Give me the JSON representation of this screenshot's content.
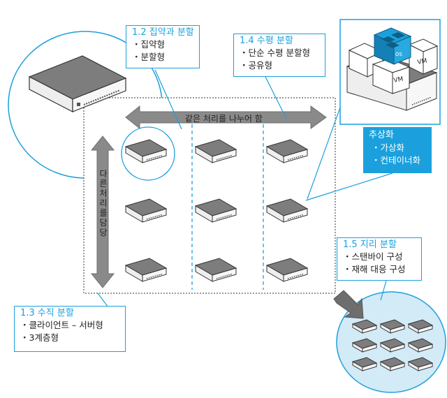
{
  "callouts": {
    "consolidation": {
      "title": "1.2 집약과 분할",
      "items": [
        "집약형",
        "분할형"
      ]
    },
    "horizontal": {
      "title": "1.4 수평 분할",
      "items": [
        "단순 수평 분할형",
        "공유형"
      ]
    },
    "vertical": {
      "title": "1.3 수직 분할",
      "items": [
        "클라이언트 – 서버형",
        "3계층형"
      ]
    },
    "geographic": {
      "title": "1.5 지리 분할",
      "items": [
        "스탠바이 구성",
        "재해 대응 구성"
      ]
    }
  },
  "abstraction": {
    "title": "추상화",
    "items": [
      "가상화",
      "컨테이너화"
    ]
  },
  "arrows": {
    "horizontal_label": "같은 처리를 나누어 함",
    "vertical_label": "다른처리를담당"
  },
  "vm_labels": [
    "VM",
    "VM",
    "OS"
  ],
  "colors": {
    "accent": "#1ba0dd",
    "arrow": "#8a8a8a",
    "circle_fill": "#d3eaf7",
    "server_top": "#7d7d7d"
  },
  "server_grid": {
    "rows": 3,
    "cols": 3
  }
}
